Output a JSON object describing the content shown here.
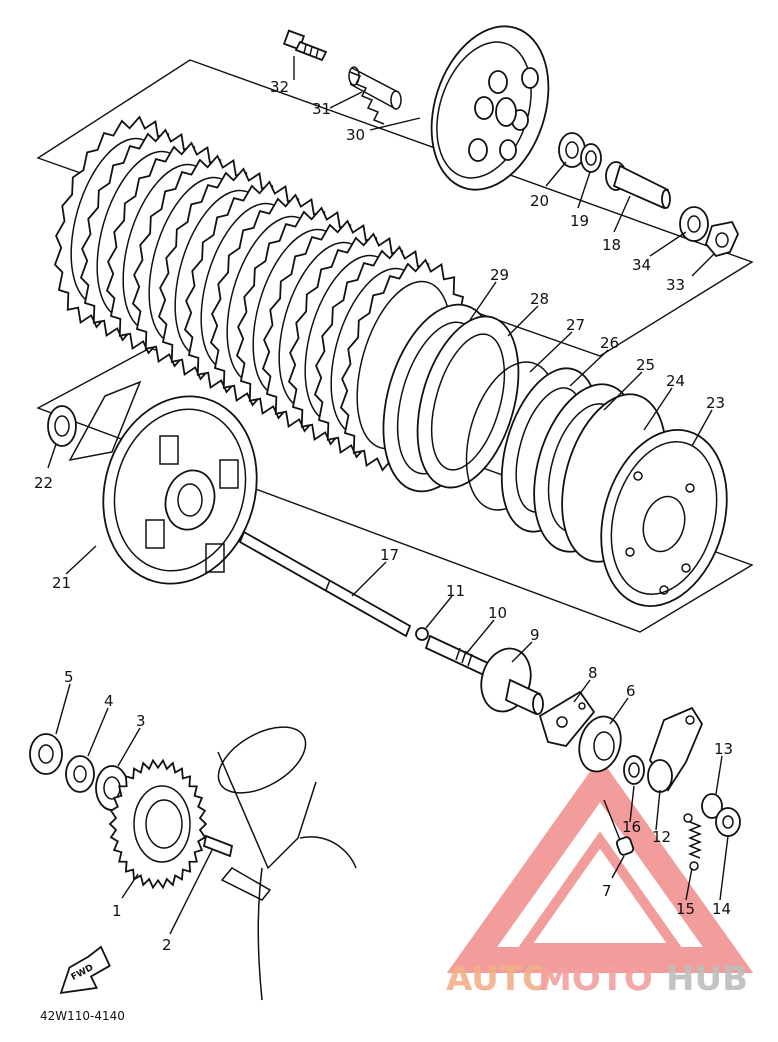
{
  "diagram": {
    "drawing_code": "42W110-4140",
    "fwd_mark": "FWD",
    "callouts": [
      "1",
      "2",
      "3",
      "4",
      "5",
      "6",
      "7",
      "8",
      "9",
      "10",
      "11",
      "12",
      "13",
      "14",
      "15",
      "16",
      "17",
      "18",
      "19",
      "20",
      "21",
      "22",
      "23",
      "24",
      "25",
      "26",
      "27",
      "28",
      "29",
      "30",
      "31",
      "32",
      "33",
      "34"
    ]
  },
  "watermark": {
    "part1": "AUTO",
    "part2": "MOTO",
    "part3": "HUB",
    "colors": {
      "auto": "#f2b08a",
      "moto": "#f3a0a0",
      "hub": "#bdbdbd",
      "triangle": "#f07c7c"
    }
  }
}
